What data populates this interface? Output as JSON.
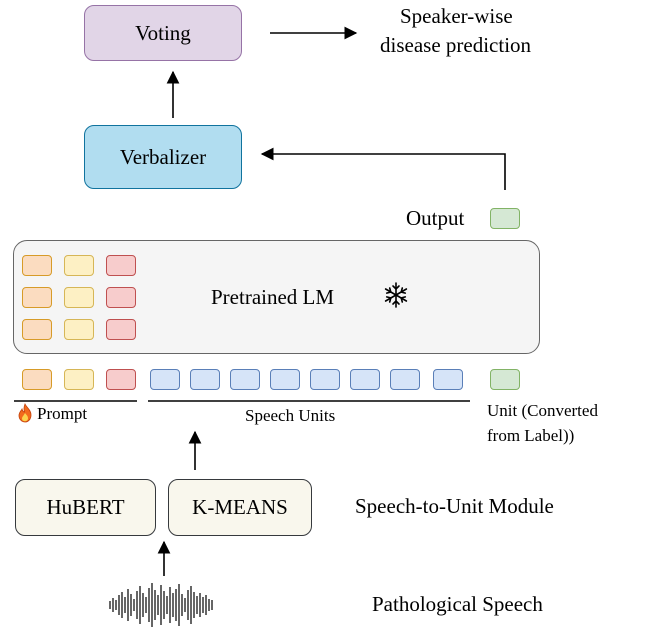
{
  "nodes": {
    "voting": "Voting",
    "verbalizer": "Verbalizer",
    "pretrained_lm": "Pretrained LM",
    "hubert": "HuBERT",
    "kmeans": "K-MEANS"
  },
  "labels": {
    "speaker_wise_line1": "Speaker-wise",
    "speaker_wise_line2": "disease prediction",
    "output": "Output",
    "prompt": "Prompt",
    "speech_units": "Speech Units",
    "unit_line1": "Unit (Converted",
    "unit_line2": "from Label))",
    "speech_to_unit": "Speech-to-Unit Module",
    "pathological_speech": "Pathological Speech"
  },
  "icons": {
    "snowflake": "snowflake-icon",
    "fire": "fire-icon",
    "waveform": "waveform-icon"
  },
  "colors": {
    "voting_fill": "#e1d5e7",
    "voting_stroke": "#9673a6",
    "verbalizer_fill": "#b1ddf0",
    "verbalizer_stroke": "#10739e",
    "lm_fill": "#f5f5f5",
    "lm_stroke": "#666666",
    "module_fill": "#f9f7ed",
    "module_stroke": "#36393d"
  }
}
